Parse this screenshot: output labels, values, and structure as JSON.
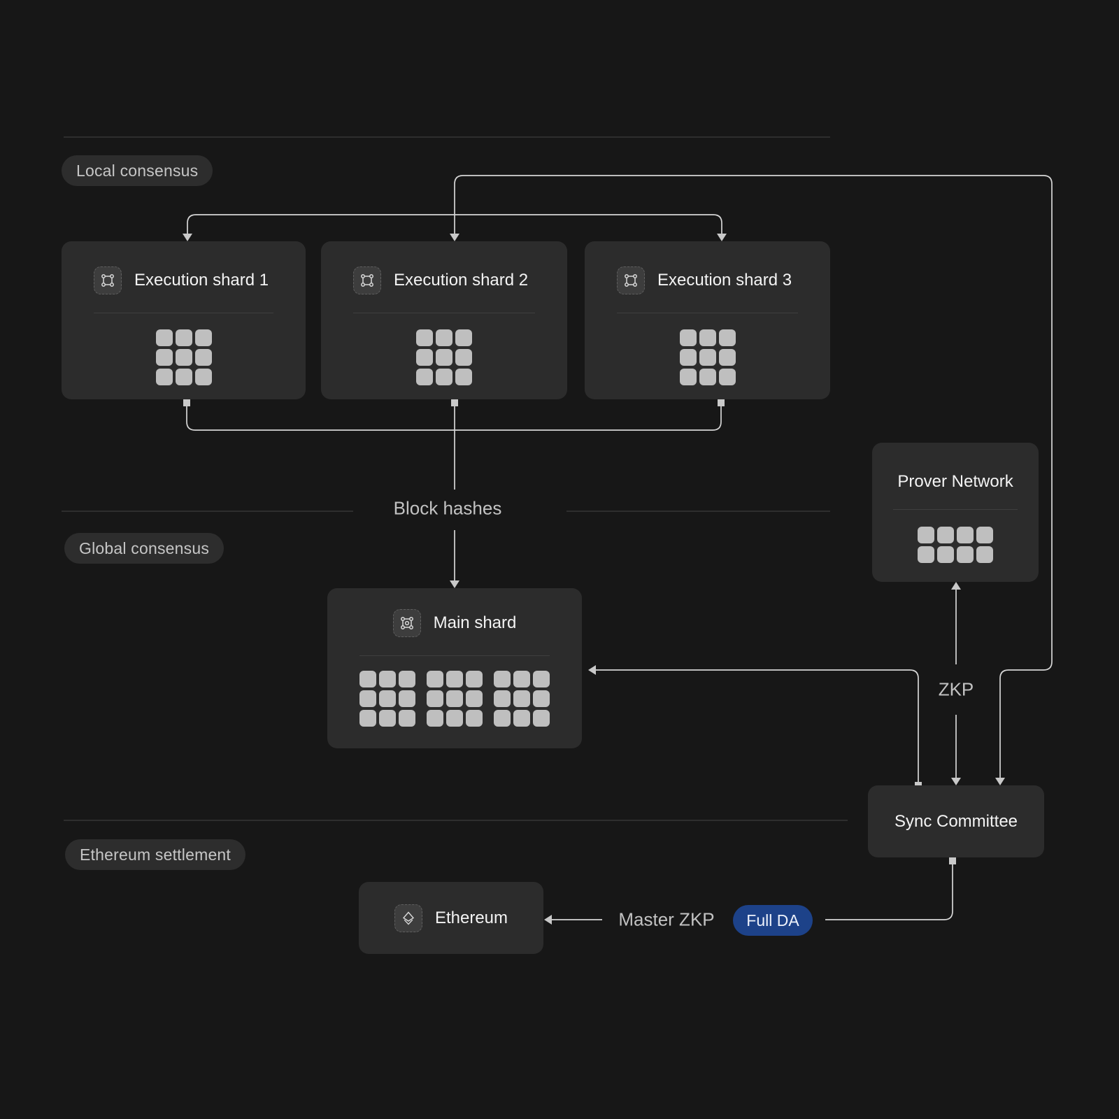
{
  "colors": {
    "background": "#171717",
    "panel": "#2c2c2c",
    "wire": "#d6d6d6",
    "grid_square": "#bfbfbf",
    "badge_blue": "#1d4289",
    "pill_background": "#2d2d2d"
  },
  "sections": {
    "local": {
      "label": "Local consensus"
    },
    "global": {
      "label": "Global consensus"
    },
    "settlement": {
      "label": "Ethereum settlement"
    }
  },
  "nodes": {
    "shard1": {
      "title": "Execution shard 1",
      "icon": "frame-corners-icon",
      "grid": {
        "rows": 3,
        "cols": 3
      }
    },
    "shard2": {
      "title": "Execution shard 2",
      "icon": "frame-corners-icon",
      "grid": {
        "rows": 3,
        "cols": 3
      }
    },
    "shard3": {
      "title": "Execution shard 3",
      "icon": "frame-corners-icon",
      "grid": {
        "rows": 3,
        "cols": 3
      }
    },
    "prover": {
      "title": "Prover Network",
      "grid": {
        "rows": 2,
        "cols": 4
      }
    },
    "main": {
      "title": "Main shard",
      "icon": "frame-center-dot-icon",
      "grid": {
        "rows": 3,
        "cols": 3
      },
      "grid_groups": 3
    },
    "sync": {
      "title": "Sync Committee"
    },
    "ethereum": {
      "title": "Ethereum",
      "icon": "ethereum-icon"
    }
  },
  "labels": {
    "block_hashes": "Block hashes",
    "zkp": "ZKP",
    "master_zkp": "Master ZKP",
    "full_da": "Full DA"
  }
}
